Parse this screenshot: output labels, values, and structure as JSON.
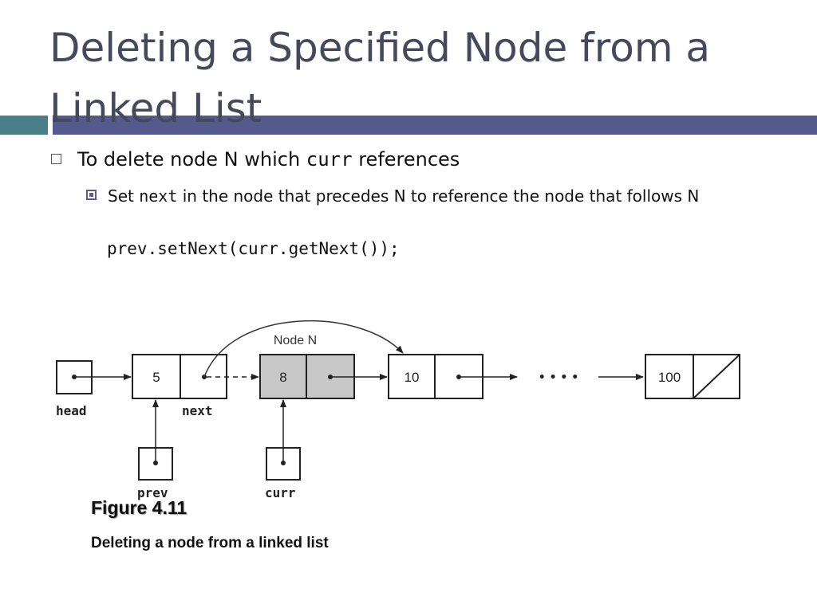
{
  "slide": {
    "title": "Deleting a Specified Node from a Linked List",
    "colors": {
      "title": "#444a5c",
      "bar_left": "#4a7f8a",
      "bar_right": "#555a8c"
    }
  },
  "bullets": {
    "level1": {
      "prefix": "To delete node N which ",
      "code": "curr",
      "suffix": " references"
    },
    "level2": {
      "prefix": "Set ",
      "code": "next",
      "suffix": " in the node that precedes N to reference the node that follows N"
    },
    "code_line": "prev.setNext(curr.getNext());"
  },
  "diagram": {
    "node_n_label": "Node N",
    "head_label": "head",
    "next_label": "next",
    "prev_label": "prev",
    "curr_label": "curr",
    "ellipsis": "• • • •",
    "nodes": [
      {
        "value": "5",
        "highlighted": false
      },
      {
        "value": "8",
        "highlighted": true
      },
      {
        "value": "10",
        "highlighted": false
      },
      {
        "value": "100",
        "highlighted": false,
        "null_next": true
      }
    ]
  },
  "figure": {
    "title": "Figure 4.11",
    "caption": "Deleting a node from a linked list"
  }
}
